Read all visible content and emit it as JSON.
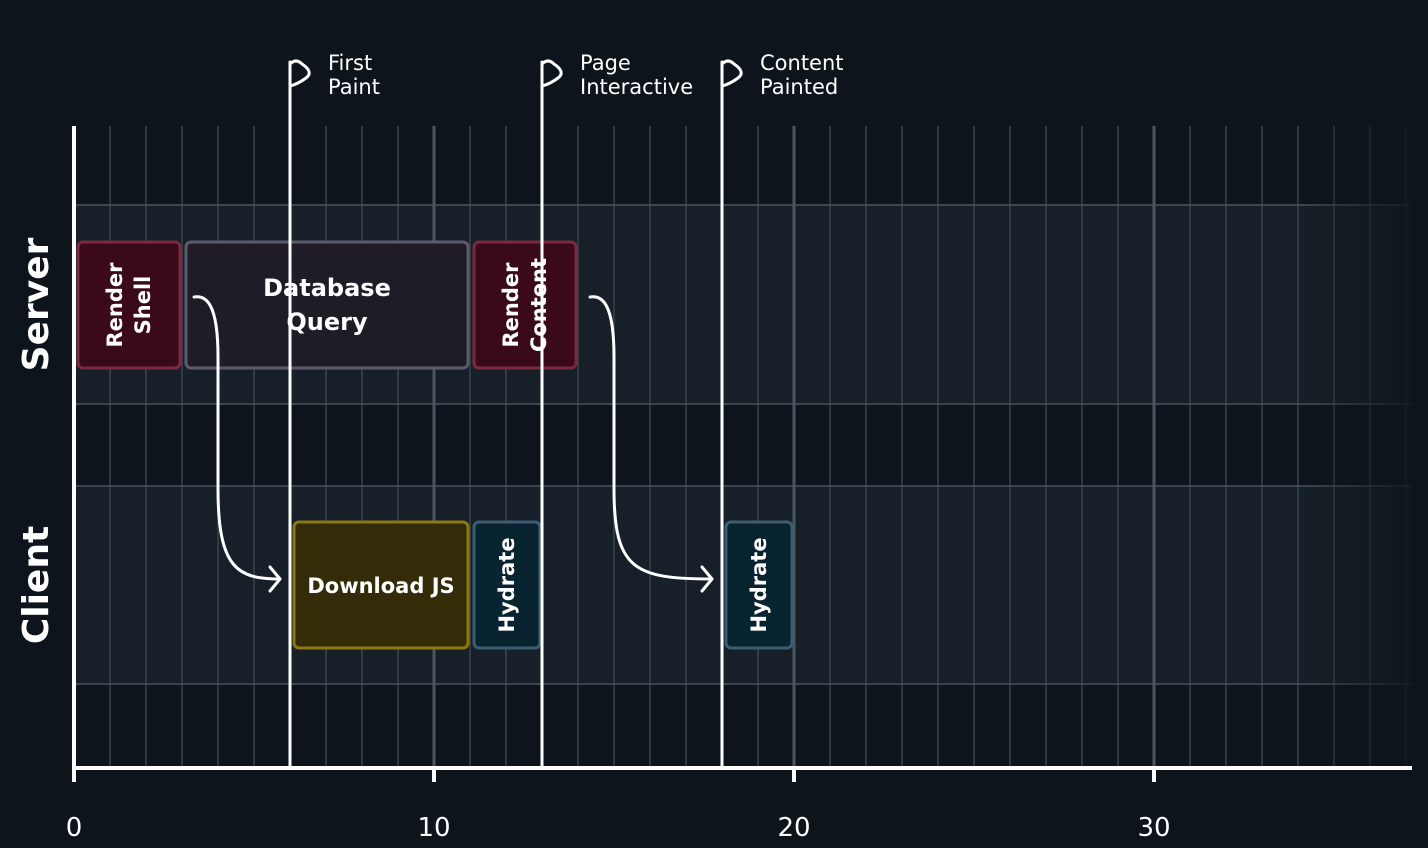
{
  "lanes": [
    {
      "id": "server",
      "label": "Server"
    },
    {
      "id": "client",
      "label": "Client"
    }
  ],
  "axis": {
    "min": 0,
    "max": 37,
    "ticks": [
      {
        "value": 0,
        "label": "0"
      },
      {
        "value": 10,
        "label": "10"
      },
      {
        "value": 20,
        "label": "20"
      },
      {
        "value": 30,
        "label": "30"
      }
    ]
  },
  "milestones": [
    {
      "id": "first-paint",
      "at": 6,
      "lines": [
        "First",
        "Paint"
      ]
    },
    {
      "id": "page-interactive",
      "at": 13,
      "lines": [
        "Page",
        "Interactive"
      ]
    },
    {
      "id": "content-painted",
      "at": 18,
      "lines": [
        "Content",
        "Painted"
      ]
    }
  ],
  "tasks": [
    {
      "id": "render-shell",
      "lane": "server",
      "start": 0,
      "end": 3,
      "lines": [
        "Render",
        "Shell"
      ],
      "orientation": "vertical",
      "fill": "#3a0a18",
      "stroke": "#7a2a3e"
    },
    {
      "id": "database-query",
      "lane": "server",
      "start": 3,
      "end": 11,
      "lines": [
        "Database",
        "Query"
      ],
      "orientation": "horizontal",
      "fill": "#1f1c28",
      "stroke": "#5e5a6e"
    },
    {
      "id": "render-content",
      "lane": "server",
      "start": 11,
      "end": 14,
      "lines": [
        "Render",
        "Content"
      ],
      "orientation": "vertical",
      "fill": "#3a0a18",
      "stroke": "#7a2a3e"
    },
    {
      "id": "download-js",
      "lane": "client",
      "start": 6,
      "end": 11,
      "lines": [
        "Download JS"
      ],
      "orientation": "horizontal",
      "fill": "#342c08",
      "stroke": "#8c7812"
    },
    {
      "id": "hydrate-1",
      "lane": "client",
      "start": 11,
      "end": 13,
      "lines": [
        "Hydrate"
      ],
      "orientation": "vertical",
      "fill": "#082431",
      "stroke": "#3c5e70"
    },
    {
      "id": "hydrate-2",
      "lane": "client",
      "start": 18,
      "end": 20,
      "lines": [
        "Hydrate"
      ],
      "orientation": "vertical",
      "fill": "#082431",
      "stroke": "#3c5e70"
    }
  ],
  "connections": [
    {
      "id": "shell-to-download",
      "from": "render-shell",
      "to": "download-js"
    },
    {
      "id": "content-to-hydrate",
      "from": "render-content",
      "to": "hydrate-2"
    }
  ],
  "colors": {
    "background": "#0e141b",
    "lane_band": "#172028",
    "grid_minor": "#3a444e",
    "grid_major": "#4c5660",
    "axis": "#ffffff",
    "text": "#ffffff"
  }
}
